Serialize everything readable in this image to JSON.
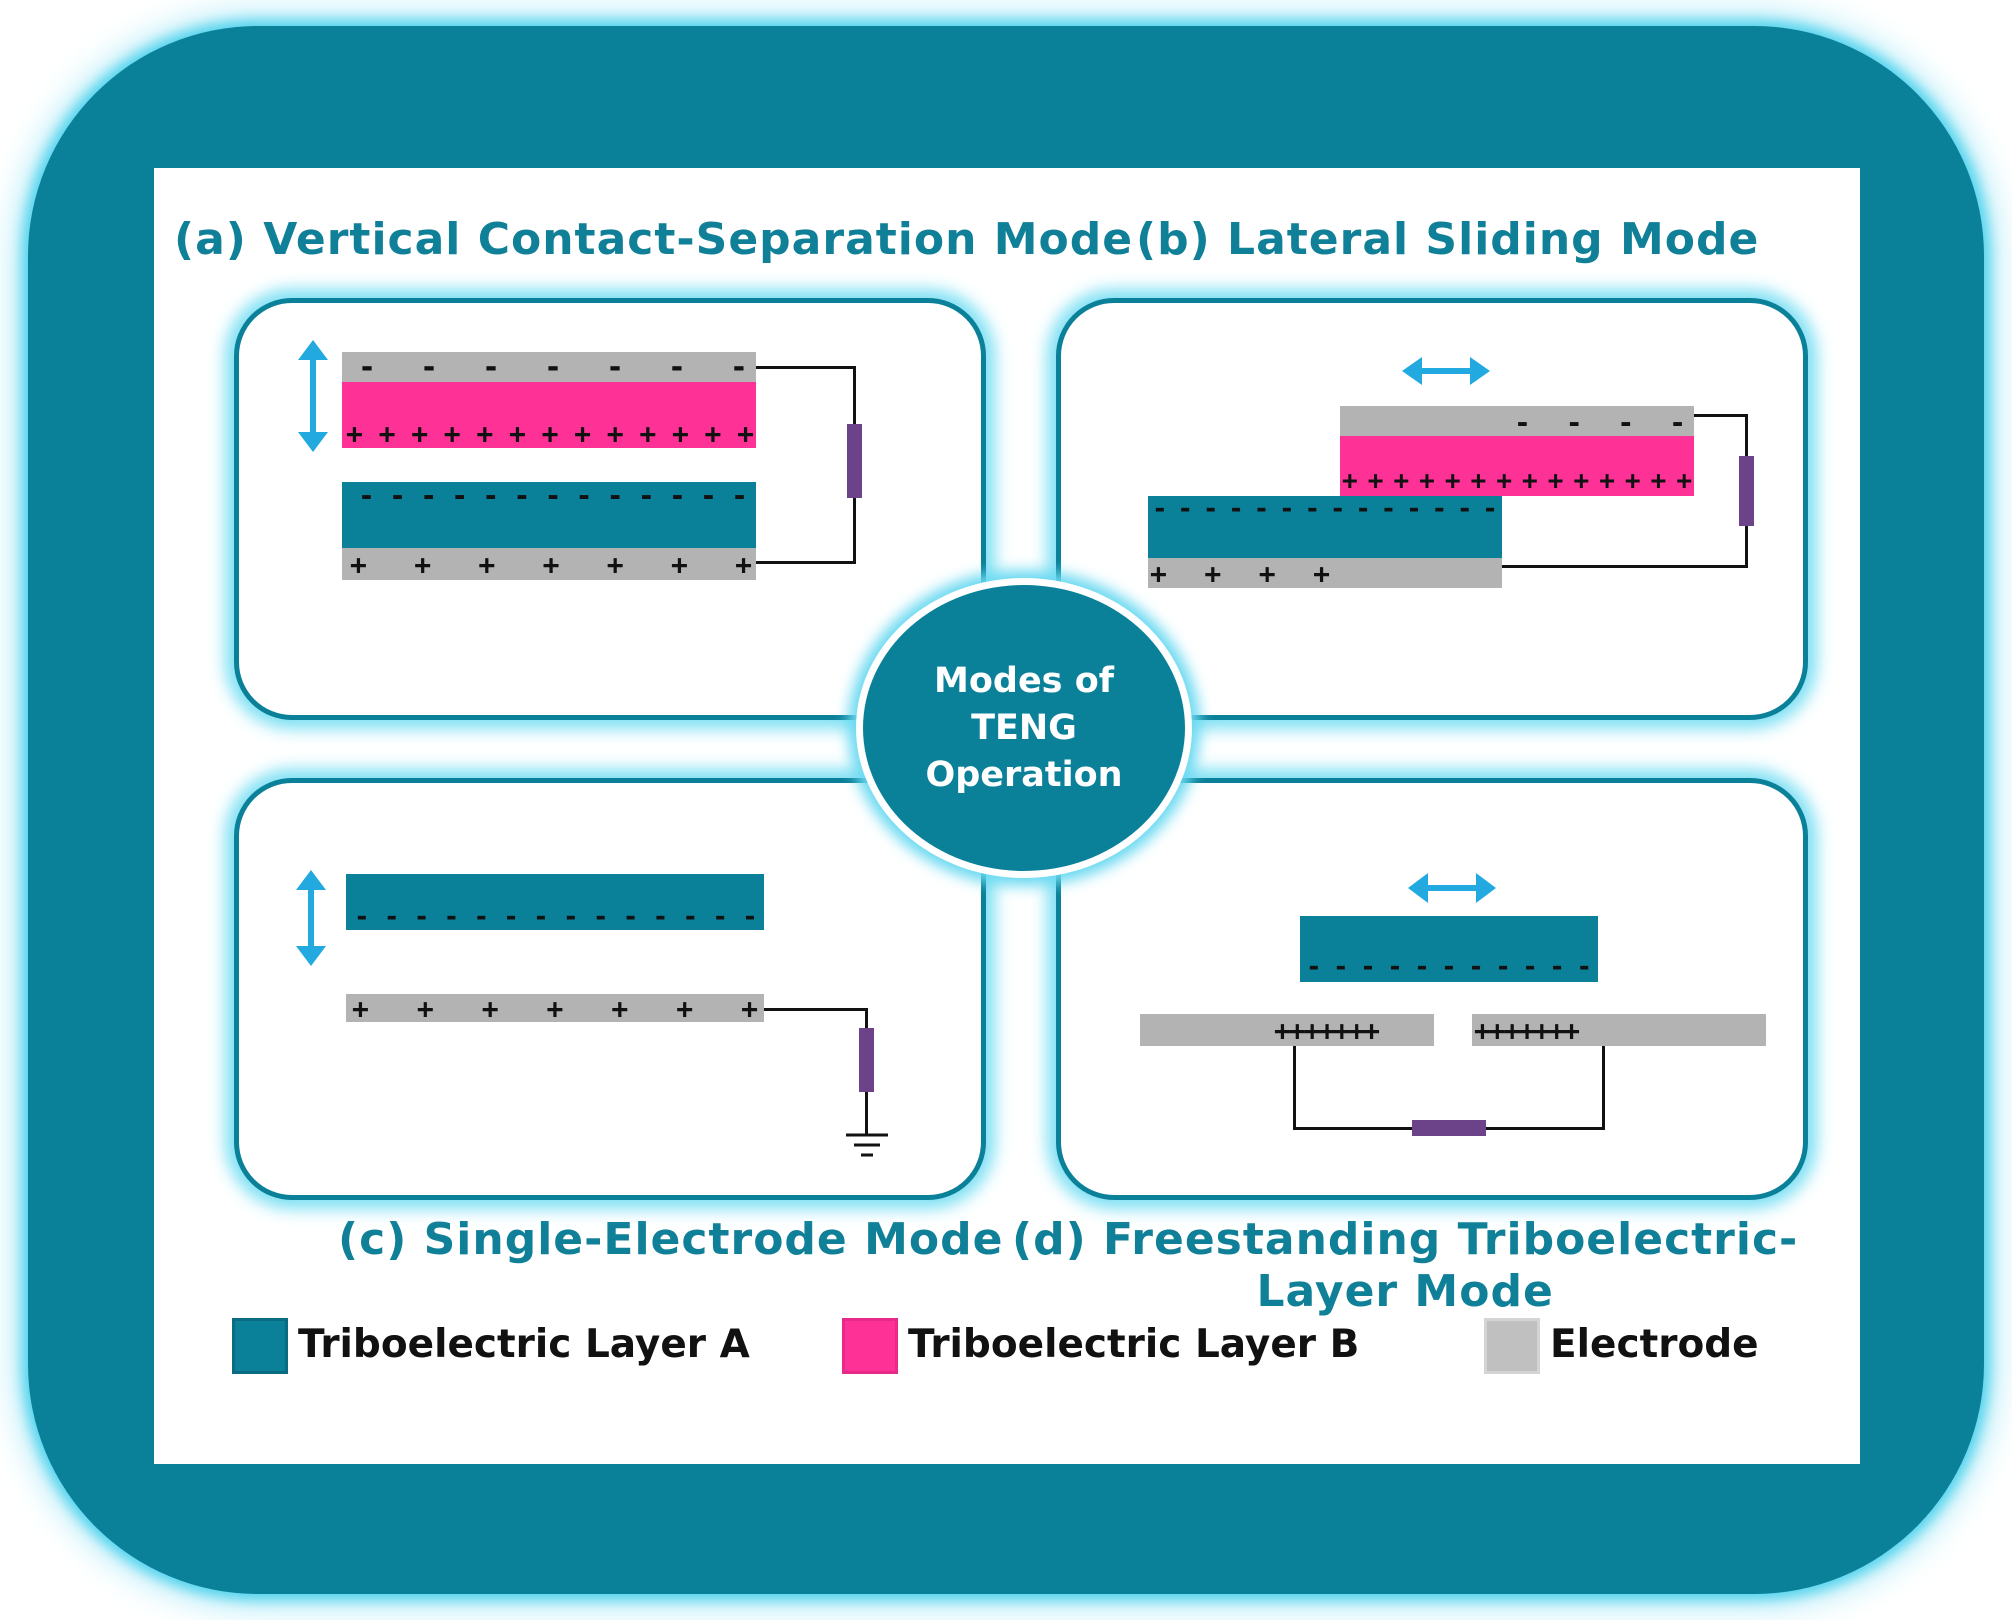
{
  "center": {
    "text": "Modes of TENG Operation"
  },
  "panels": {
    "a": {
      "title": "(a) Vertical Contact-Separation Mode"
    },
    "b": {
      "title": "(b) Lateral Sliding Mode"
    },
    "c": {
      "title": "(c) Single-Electrode Mode"
    },
    "d": {
      "title": "(d) Freestanding Triboelectric-\nLayer Mode"
    }
  },
  "charges": {
    "a_top_electrode": "- - - - - - -",
    "a_layerB": "+ + + + + + + + + + + + +",
    "a_layerA": "- - - - - - - - - - - - -",
    "a_bottom_electrode": "+ + + + + + +",
    "b_top_electrode": "- - - -",
    "b_layerB": "+ + + + + + + + + + + + + +",
    "b_layerA": "- - - - - - - - - - - - - -",
    "b_bottom_electrode": "+ + + +",
    "c_layerA": "- - - - - - - - - - - - - -",
    "c_electrode": "+ + + + + + +",
    "d_layerA": "- - - - - - - - - - -",
    "d_left_electrode": "+++++++",
    "d_right_electrode": "+++++++"
  },
  "legend": [
    {
      "label": "Triboelectric Layer A",
      "color": "#0b8199"
    },
    {
      "label": "Triboelectric Layer B",
      "color": "#fe3196"
    },
    {
      "label": "Electrode",
      "color": "#c0c0c0"
    }
  ],
  "colors": {
    "frame": "#0b8199",
    "layer_a": "#0b8199",
    "layer_b": "#fe3196",
    "electrode": "#b3b3b3",
    "resistor": "#6c4389",
    "arrow": "#21a9e0"
  }
}
